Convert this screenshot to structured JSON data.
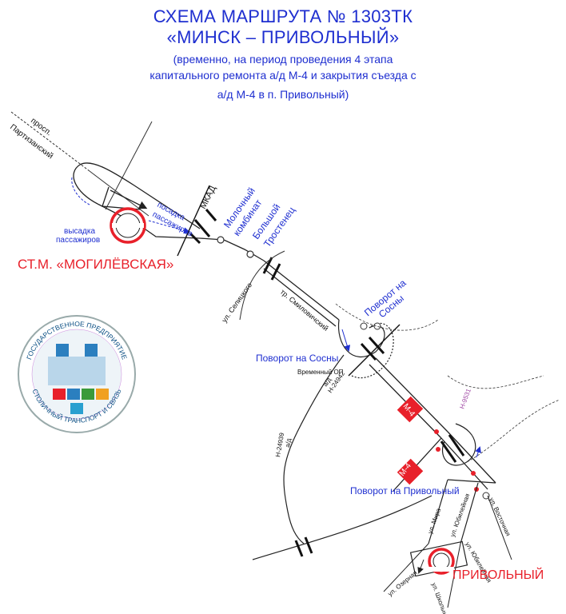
{
  "header": {
    "title_line1": "СХЕМА МАРШРУТА № 1303ТК",
    "title_line2": "«МИНСК – ПРИВОЛЬНЫЙ»",
    "subtitle_line1": "(временно, на период проведения 4 этапа",
    "subtitle_line2": "капитального ремонта а/д М-4 и закрытия съезда с",
    "subtitle_line3": "а/д М-4 в п. Привольный)"
  },
  "labels": {
    "prospect_1": "просп.",
    "prospect_2": "Партизанский",
    "boarding_1": "посадка",
    "boarding_2": "пассажиров",
    "alighting_1": "высадка",
    "alighting_2": "пассажиров",
    "mkad": "МКАД",
    "station": "СТ.М. «МОГИЛЁВСКАЯ»",
    "stop_dairy_1": "Молочный",
    "stop_dairy_2": "комбинат",
    "stop_trostenets_1": "Большой",
    "stop_trostenets_2": "Тростенец",
    "street_selitsky": "ул. Селицкого",
    "tract_smilovichsky": "тр. Смиловичский",
    "turn_sosny_right_1": "Поворот на",
    "turn_sosny_right_2": "Сосны",
    "turn_sosny_left": "Поворот на Сосны",
    "temp_stop": "Временный ОП",
    "road_n24942_a": "а/д",
    "road_n24942_b": "Н-24942",
    "road_n24939_a": "а/д",
    "road_n24939_b": "Н-24939",
    "road_n9531": "Н-9531",
    "m4_sign_1": "М-4",
    "m4_sign_2": "М-4",
    "turn_privolny": "Поворот на Привольный",
    "street_mira": "ул. Мира",
    "street_vostochnaya": "ул. Восточная",
    "street_yubileinaya": "ул. Юбилейная",
    "street_shkolnaya": "ул. Школьная",
    "street_ozernaya": "ул. Озерная",
    "destination": "ПРИВОЛЬНЫЙ"
  },
  "logo": {
    "top_text": "ГОСУДАРСТВЕННОЕ ПРЕДПРИЯТИЕ",
    "bottom_text": "СТОЛИЧНЫЙ ТРАНСПОРТ И СВЯЗЬ"
  },
  "colors": {
    "title_blue": "#1f2fd0",
    "station_red": "#e8202a",
    "road_sign_red": "#e8202a",
    "route_blue": "#1f2fd0",
    "road_gray": "#333333",
    "logo_blue": "#2b7fbf",
    "minor_road_purple": "#9b3fa0"
  }
}
